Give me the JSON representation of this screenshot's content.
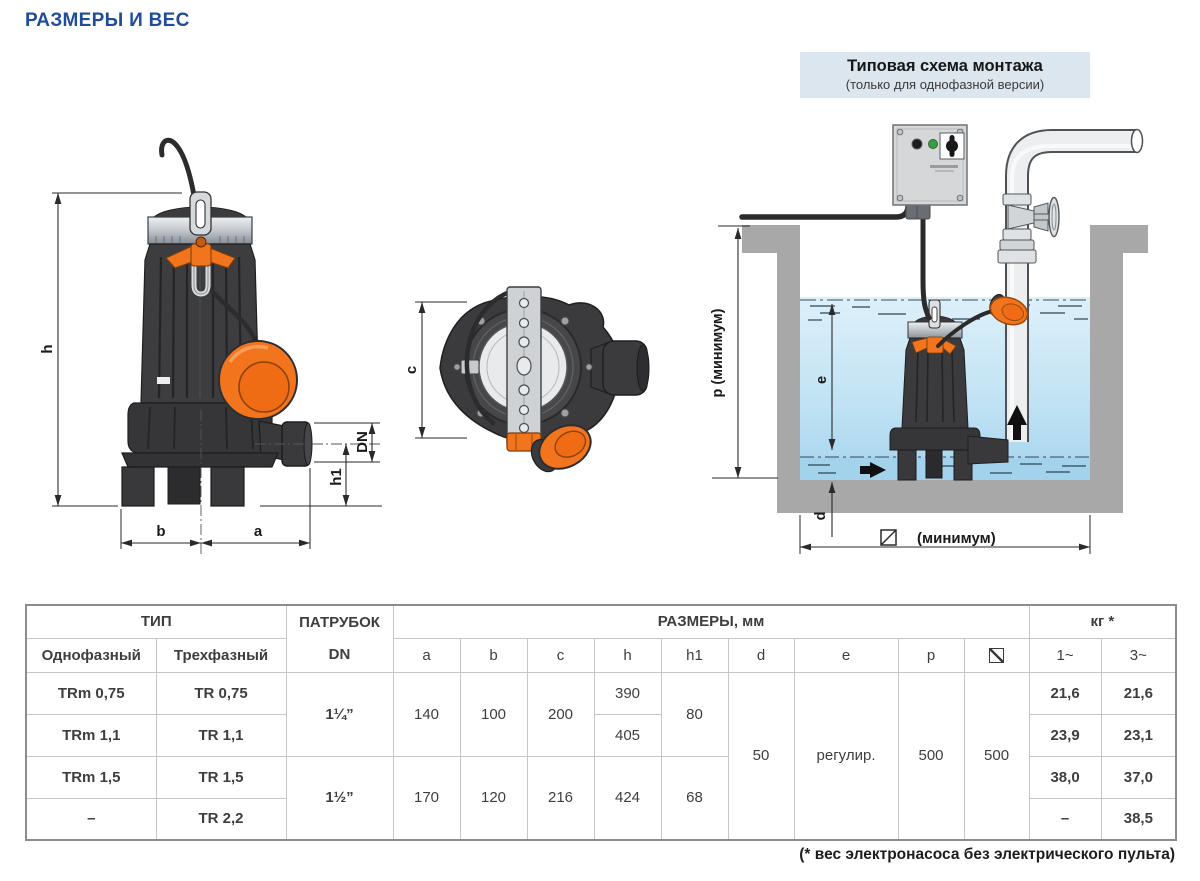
{
  "page": {
    "title": "РАЗМЕРЫ И ВЕС",
    "footnote": "(* вес  электронасоса без электрического пульта)"
  },
  "scheme_box": {
    "title": "Типовая схема монтажа",
    "subtitle": "(только для однофазной версии)"
  },
  "front_view": {
    "h": "h",
    "b": "b",
    "a": "a",
    "dn": "DN",
    "h1": "h1"
  },
  "top_view": {
    "c": "c"
  },
  "scheme": {
    "p": "p (минимум)",
    "e": "e",
    "d": "d",
    "min": "(минимум)"
  },
  "colors": {
    "accent_blue": "#1f4d9c",
    "orange": "#f2751d",
    "water": "#bfe2f4",
    "pit_gray": "#a8a8a8"
  },
  "table": {
    "tip": "ТИП",
    "patrubok": "ПАТРУБОК",
    "dn": "DN",
    "razmery": "РАЗМЕРЫ, мм",
    "kg": "кг *",
    "single": "Однофазный",
    "three": "Трехфазный",
    "dims": [
      "a",
      "b",
      "c",
      "h",
      "h1",
      "d",
      "e",
      "p"
    ],
    "kg1": "1~",
    "kg3": "3~",
    "rows": {
      "r1": {
        "m": "TRm 0,75",
        "t": "TR 0,75",
        "dn": "1¼”",
        "a": "140",
        "b": "100",
        "c": "200",
        "h": "390",
        "h1": "80",
        "d": "50",
        "e": "регулир.",
        "p": "500",
        "sq": "500",
        "kg1": "21,6",
        "kg3": "21,6"
      },
      "r2": {
        "m": "TRm 1,1",
        "t": "TR 1,1",
        "h": "405",
        "kg1": "23,9",
        "kg3": "23,1"
      },
      "r3": {
        "m": "TRm 1,5",
        "t": "TR 1,5",
        "dn": "1½”",
        "a": "170",
        "b": "120",
        "c": "216",
        "h": "424",
        "h1": "68",
        "kg1": "38,0",
        "kg3": "37,0"
      },
      "r4": {
        "m": "–",
        "t": "TR 2,2",
        "kg1": "–",
        "kg3": "38,5"
      }
    }
  }
}
